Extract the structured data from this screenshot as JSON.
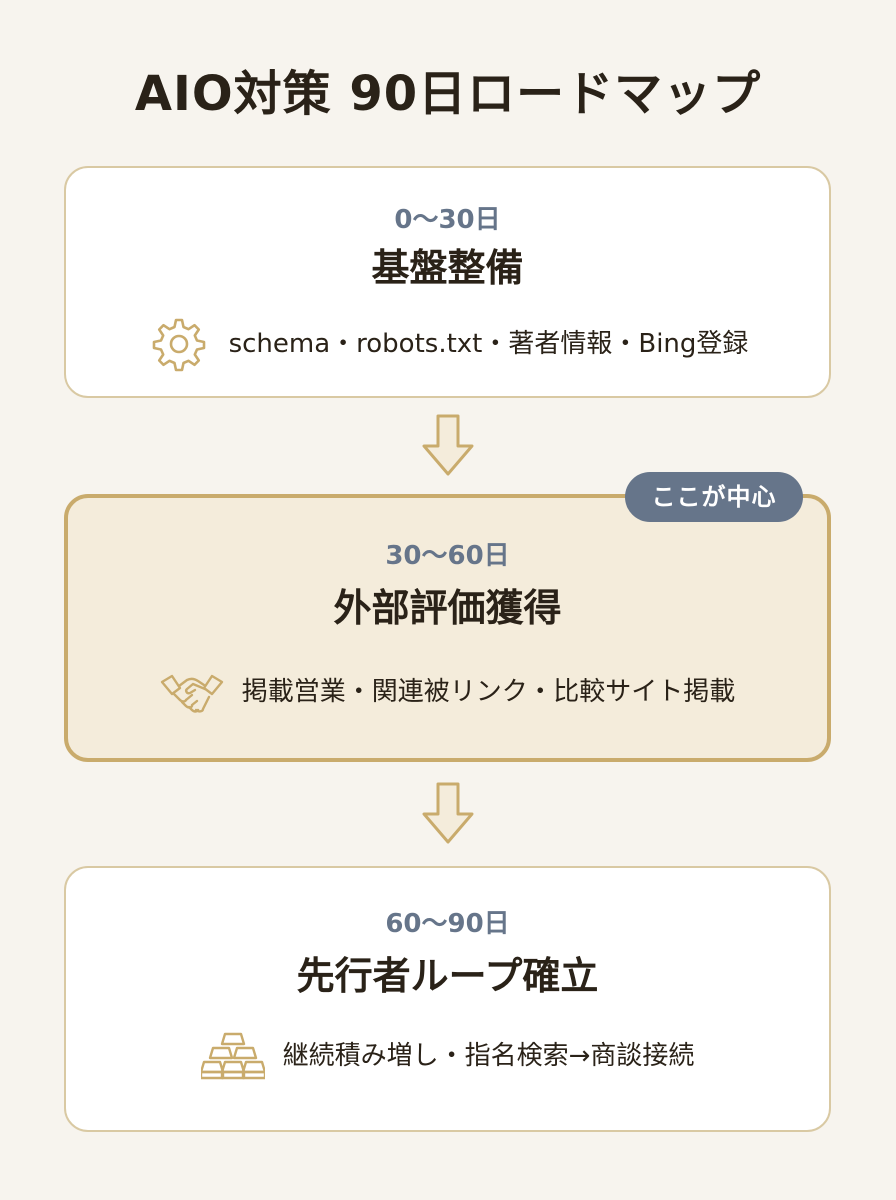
{
  "title": "AIO対策 90日ロードマップ",
  "badge": "ここが中心",
  "colors": {
    "background": "#f7f4ee",
    "card_border": "#d9c9a3",
    "highlight_fill": "#f4ecdb",
    "highlight_border": "#c9ab6c",
    "period_text": "#66758a",
    "icon_stroke": "#c9ab6c",
    "badge_fill": "#66758a"
  },
  "phases": [
    {
      "period": "0〜30日",
      "heading": "基盤整備",
      "description": "schema・robots.txt・著者情報・Bing登録",
      "icon": "gear-icon",
      "highlighted": false
    },
    {
      "period": "30〜60日",
      "heading": "外部評価獲得",
      "description": "掲載営業・関連被リンク・比較サイト掲載",
      "icon": "handshake-icon",
      "highlighted": true
    },
    {
      "period": "60〜90日",
      "heading": "先行者ループ確立",
      "description": "継続積み増し・指名検索→商談接続",
      "icon": "gold-bars-icon",
      "highlighted": false
    }
  ]
}
